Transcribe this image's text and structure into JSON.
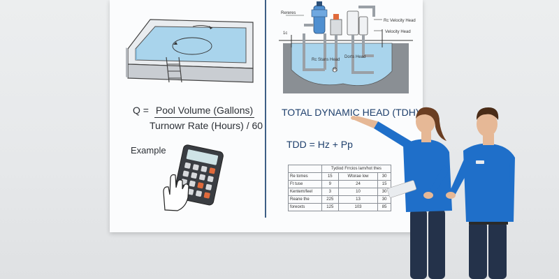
{
  "left_panel": {
    "formula": {
      "q_label": "Q =",
      "numerator": "Pool Volume (Gallons)",
      "denominator": "Turnowr Rate (Hours) / 60"
    },
    "example_label": "Example"
  },
  "diagram": {
    "labels": {
      "top_left": "Rereres",
      "side_marker": "1c",
      "right_1": "Rc Velocity Head",
      "right_2": "Velocity Head",
      "center_1": "Dorts Head",
      "center_2": "Rc Stans Head",
      "center_3": "R"
    }
  },
  "right_panel": {
    "title": "TOTAL DYNAMIC HEAD (TDH)",
    "equation": "TDD = Hz + Pp",
    "table": {
      "header": [
        "",
        "Tydiod Frrcios lam/hot thes"
      ],
      "rows": [
        [
          "Re tomes",
          "15",
          "Wtorae low",
          "30"
        ],
        [
          "Ft tuse",
          "9",
          "24",
          "15"
        ],
        [
          "Kentem/feel",
          "3",
          "10",
          "30"
        ],
        [
          "Reane the",
          "225",
          "13",
          "30"
        ],
        [
          "foreoxts",
          "125",
          "103",
          "85"
        ]
      ]
    }
  },
  "colors": {
    "board": "#fbfcfd",
    "divider": "#3e5f86",
    "title_blue": "#1e3f6c",
    "pool_water": "#a9d4ec",
    "shirt_blue": "#1f6fc9",
    "jeans": "#24324a"
  }
}
